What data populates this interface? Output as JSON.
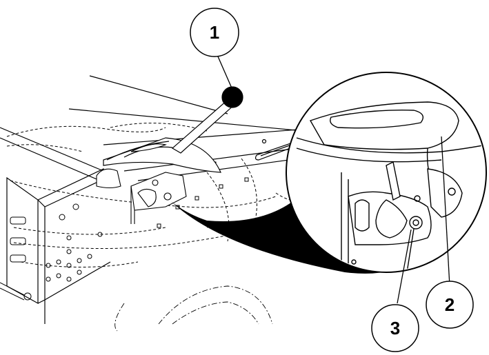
{
  "callouts": [
    {
      "label": "1",
      "icon": "callout-circle"
    },
    {
      "label": "2",
      "icon": "callout-circle"
    },
    {
      "label": "3",
      "icon": "callout-circle"
    }
  ],
  "colors": {
    "line": "#000000",
    "background": "#ffffff",
    "detail_fill": "#000000"
  }
}
